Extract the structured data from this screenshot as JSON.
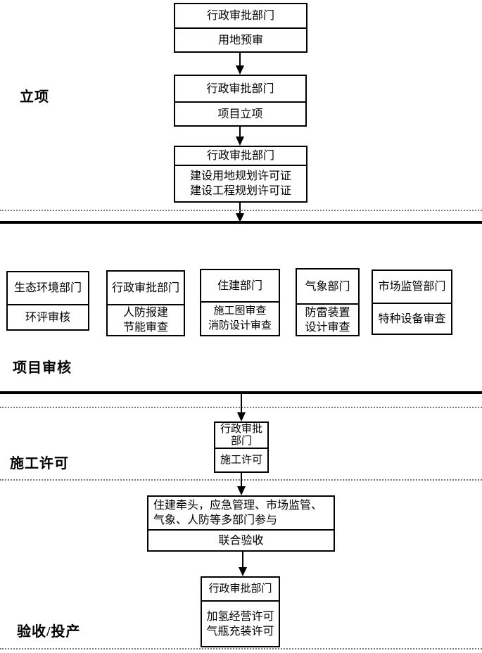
{
  "page": {
    "background": "#ffffff",
    "line_color": "#000000",
    "dotted_line_color": "#777777"
  },
  "stage_labels": [
    {
      "text": "立项"
    },
    {
      "text": "项目审核"
    },
    {
      "text": "施工许可"
    },
    {
      "text": "验收/投产"
    }
  ],
  "boxes": {
    "yongdi": {
      "header_lines": [
        "行政审批部门"
      ],
      "body_lines": [
        "用地预审"
      ]
    },
    "lixiang": {
      "header_lines": [
        "行政审批部门"
      ],
      "body_lines": [
        "项目立项"
      ]
    },
    "guihua": {
      "header_lines": [
        "行政审批部门"
      ],
      "body_lines": [
        "建设用地规划许可证",
        "建设工程规划许可证"
      ]
    },
    "shengtai": {
      "header_lines": [
        "生态环境部门"
      ],
      "body_lines": [
        "环评审核"
      ]
    },
    "renfang": {
      "header_lines": [
        "行政审批部门"
      ],
      "body_lines": [
        "人防报建",
        "节能审查"
      ]
    },
    "zhujian": {
      "header_lines": [
        "住建部门"
      ],
      "body_lines": [
        "施工图审查",
        "消防设计审查"
      ]
    },
    "qixiang": {
      "header_lines": [
        "气象部门"
      ],
      "body_lines": [
        "防雷装置",
        "设计审查"
      ]
    },
    "shichang": {
      "header_lines": [
        "市场监管部门"
      ],
      "body_lines": [
        "特种设备审查"
      ]
    },
    "shigong": {
      "header_lines": [
        "行政审批",
        "部门"
      ],
      "body_lines": [
        "施工许可"
      ]
    },
    "lianhe": {
      "header_lines": [
        "住建牵头，应急管理、市场监管、",
        "气象、人防等多部门参与"
      ],
      "body_lines": [
        "联合验收"
      ]
    },
    "jiaqing": {
      "header_lines": [
        "行政审批部门"
      ],
      "body_lines": [
        "加氢经营许可",
        "气瓶充装许可"
      ]
    }
  }
}
